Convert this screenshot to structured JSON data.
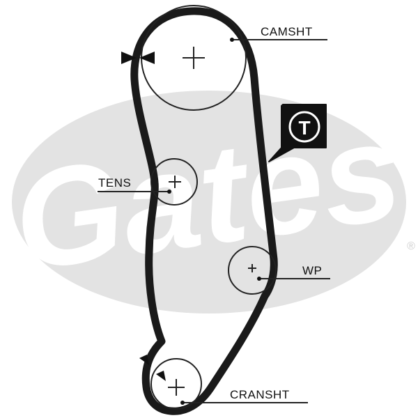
{
  "watermark": {
    "text": "Gates",
    "registered_mark": "®",
    "color": "#e3e3e3"
  },
  "colors": {
    "belt": "#1a1a1a",
    "pulley": "#222222",
    "label": "#111111",
    "background": "#ffffff"
  },
  "labels": {
    "camshaft": "CAMSHT",
    "tensioner": "TENS",
    "water_pump": "WP",
    "crankshaft": "CRANSHT"
  },
  "tension_badge": {
    "letter": "T",
    "background": "#111111",
    "foreground": "#ffffff"
  }
}
